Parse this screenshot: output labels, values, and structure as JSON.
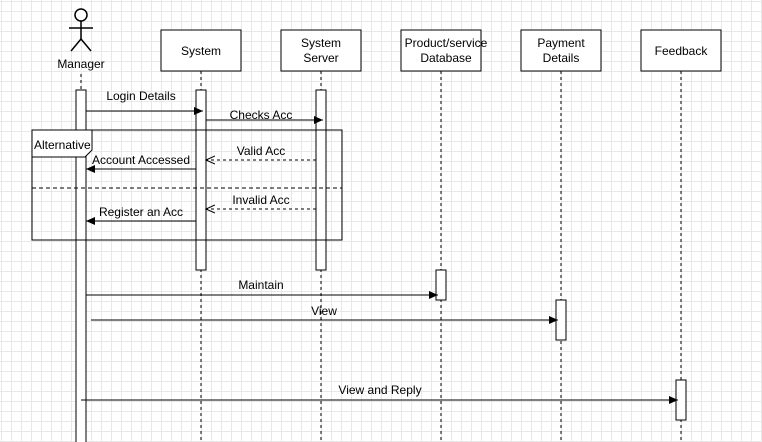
{
  "diagram_type": "sequence",
  "actors": [
    {
      "id": "manager",
      "label": "Manager",
      "kind": "stick-figure"
    }
  ],
  "participants": [
    {
      "id": "system",
      "lines": [
        "System"
      ]
    },
    {
      "id": "system_server",
      "lines": [
        "System",
        "Server"
      ]
    },
    {
      "id": "product_db",
      "lines": [
        "Product/service",
        "Database"
      ]
    },
    {
      "id": "payment",
      "lines": [
        "Payment",
        "Details"
      ]
    },
    {
      "id": "feedback",
      "lines": [
        "Feedback"
      ]
    }
  ],
  "messages": [
    {
      "from": "manager",
      "to": "system",
      "label": "Login Details",
      "style": "solid"
    },
    {
      "from": "system",
      "to": "system_server",
      "label": "Checks Acc",
      "style": "solid"
    },
    {
      "from": "system_server",
      "to": "system",
      "label": "Valid Acc",
      "style": "dashed"
    },
    {
      "from": "system",
      "to": "manager",
      "label": "Account Accessed",
      "style": "solid"
    },
    {
      "from": "system_server",
      "to": "system",
      "label": "Invalid Acc",
      "style": "dashed"
    },
    {
      "from": "system",
      "to": "manager",
      "label": "Register an Acc",
      "style": "solid"
    },
    {
      "from": "manager",
      "to": "product_db",
      "label": "Maintain",
      "style": "solid"
    },
    {
      "from": "manager",
      "to": "payment",
      "label": "View",
      "style": "solid"
    },
    {
      "from": "manager",
      "to": "feedback",
      "label": "View and Reply",
      "style": "solid"
    }
  ],
  "fragments": [
    {
      "label": "Alternative"
    }
  ],
  "colors": {
    "stroke": "#000000",
    "grid": "#e8e8e8",
    "background": "#ffffff"
  }
}
